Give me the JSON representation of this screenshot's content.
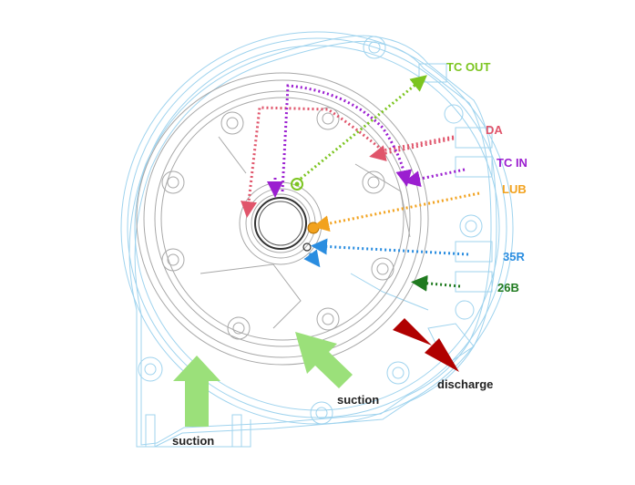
{
  "colors": {
    "outline_blue": "#9fd3ee",
    "outline_gray": "#9a9a9a",
    "tc_out": "#7cc520",
    "da": "#e0556b",
    "tc_in": "#9b1fd0",
    "lub": "#f2a21e",
    "r35": "#2a8de0",
    "b26": "#1f7a1f",
    "suction": "#9be07a",
    "discharge": "#b00000"
  },
  "labels": {
    "tc_out": "TC OUT",
    "da": "DA",
    "tc_in": "TC IN",
    "lub": "LUB",
    "r35": "35R",
    "b26": "26B",
    "suction_left": "suction",
    "suction_center": "suction",
    "discharge": "discharge"
  }
}
